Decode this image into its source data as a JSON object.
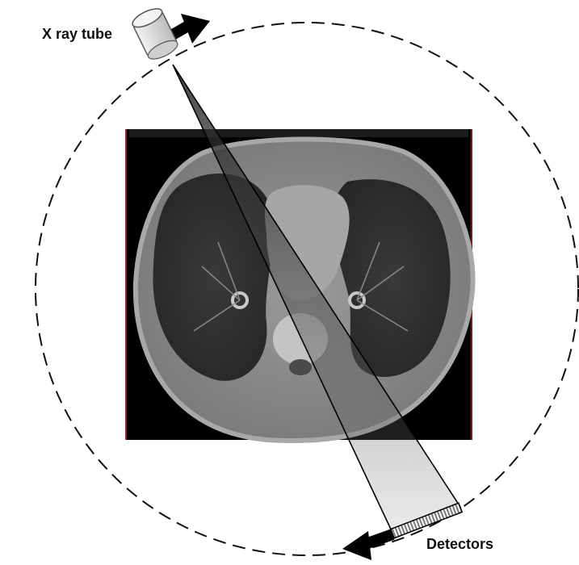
{
  "labels": {
    "source": "X ray tube",
    "detector": "Detectors"
  },
  "colors": {
    "background": "#ffffff",
    "gantry_circle": "#111111",
    "ct_frame": "#000000",
    "ct_tissue": "#8a8a8a",
    "ct_lung": "#2e2e2e",
    "beam_fill": "#3a3a3a",
    "arrow": "#000000",
    "tube_body": "#dcdcdc",
    "detector_stripes": "#7a7a7a"
  },
  "icons": {
    "source": "x-ray-tube-icon",
    "detector": "detector-array-icon",
    "rotation": "rotation-arrow-icon",
    "scan": "ct-scan-image"
  }
}
